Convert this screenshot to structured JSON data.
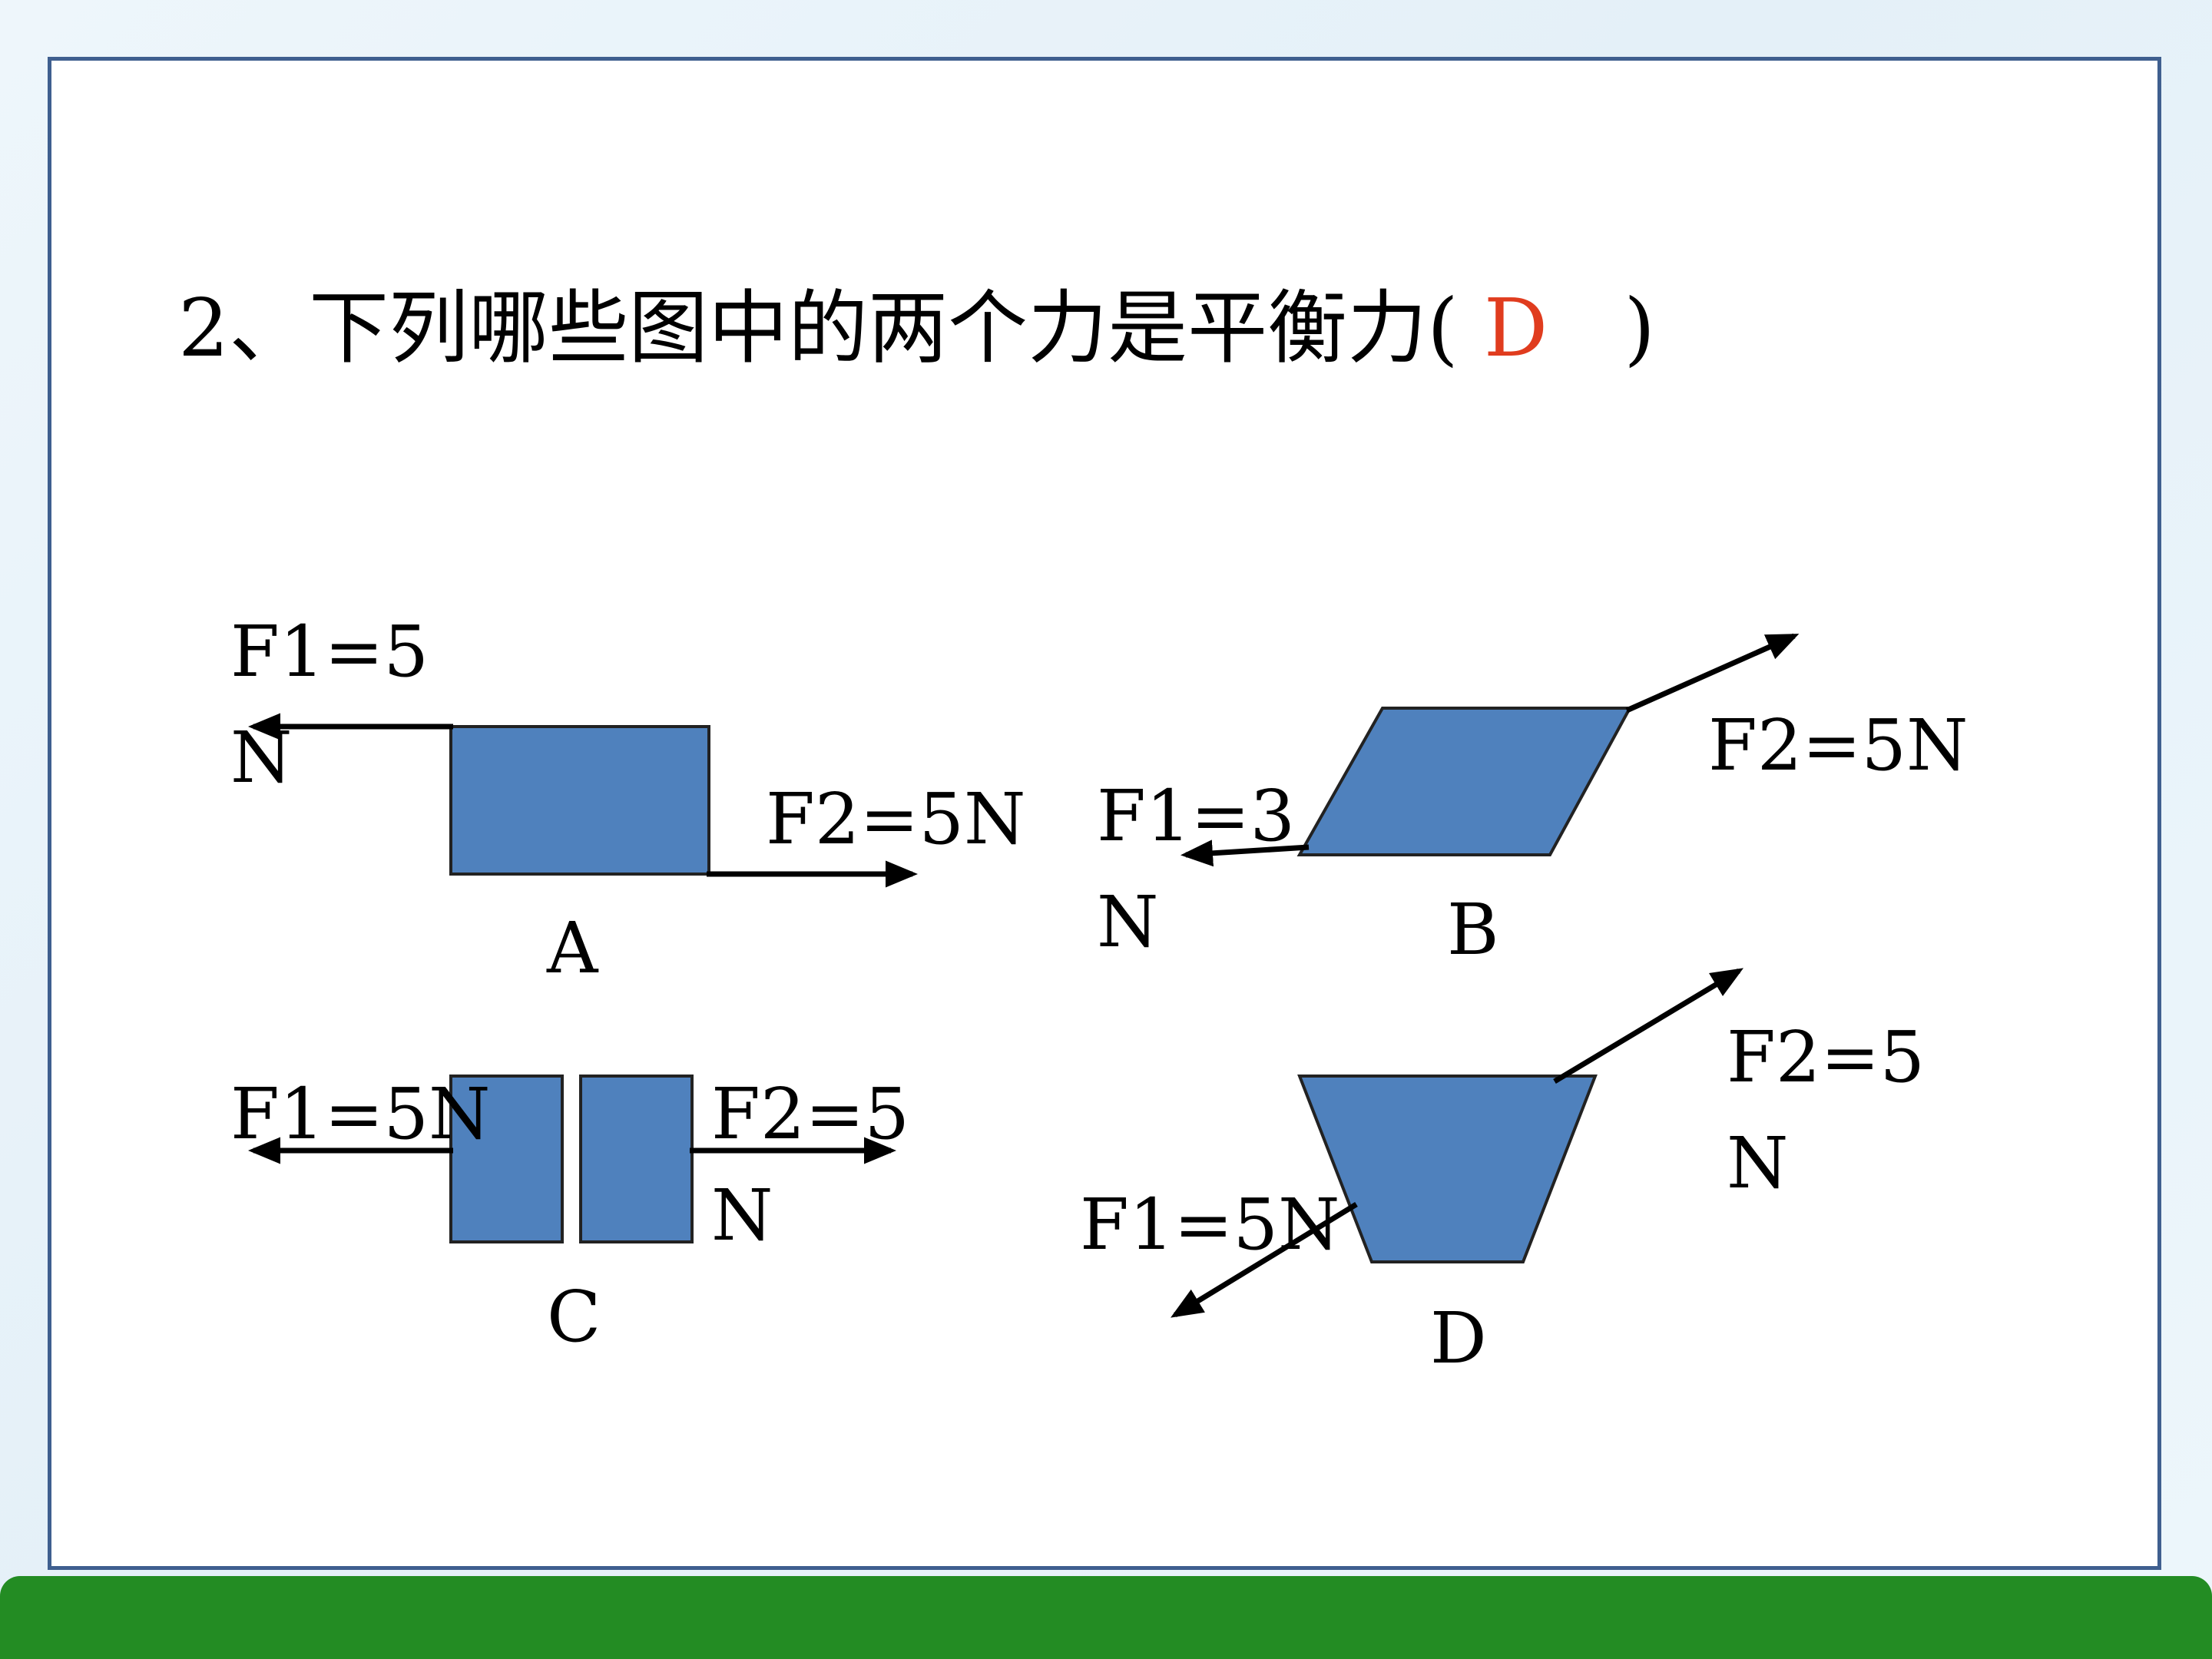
{
  "question": {
    "prefix": "2、下列哪些图中的两个力是平衡力(",
    "answer": "D",
    "suffix": " )"
  },
  "figures": [
    {
      "label": "A",
      "forces": [
        {
          "text_lines": [
            "F1=5",
            "N"
          ]
        },
        {
          "text_lines": [
            "F2=5N"
          ]
        }
      ]
    },
    {
      "label": "B",
      "forces": [
        {
          "text_lines": [
            "F1=3",
            "N"
          ]
        },
        {
          "text_lines": [
            "F2=5N"
          ]
        }
      ]
    },
    {
      "label": "C",
      "forces": [
        {
          "text_lines": [
            "F1=5N"
          ]
        },
        {
          "text_lines": [
            "F2=5",
            "N"
          ]
        }
      ]
    },
    {
      "label": "D",
      "forces": [
        {
          "text_lines": [
            "F1=5N"
          ]
        },
        {
          "text_lines": [
            "F2=5",
            "N"
          ]
        }
      ]
    }
  ],
  "colors": {
    "shape_fill": "#4f81bd",
    "answer_text": "#e03c1e",
    "frame_border": "#3f5f8f",
    "footer_bar": "#238c23"
  }
}
